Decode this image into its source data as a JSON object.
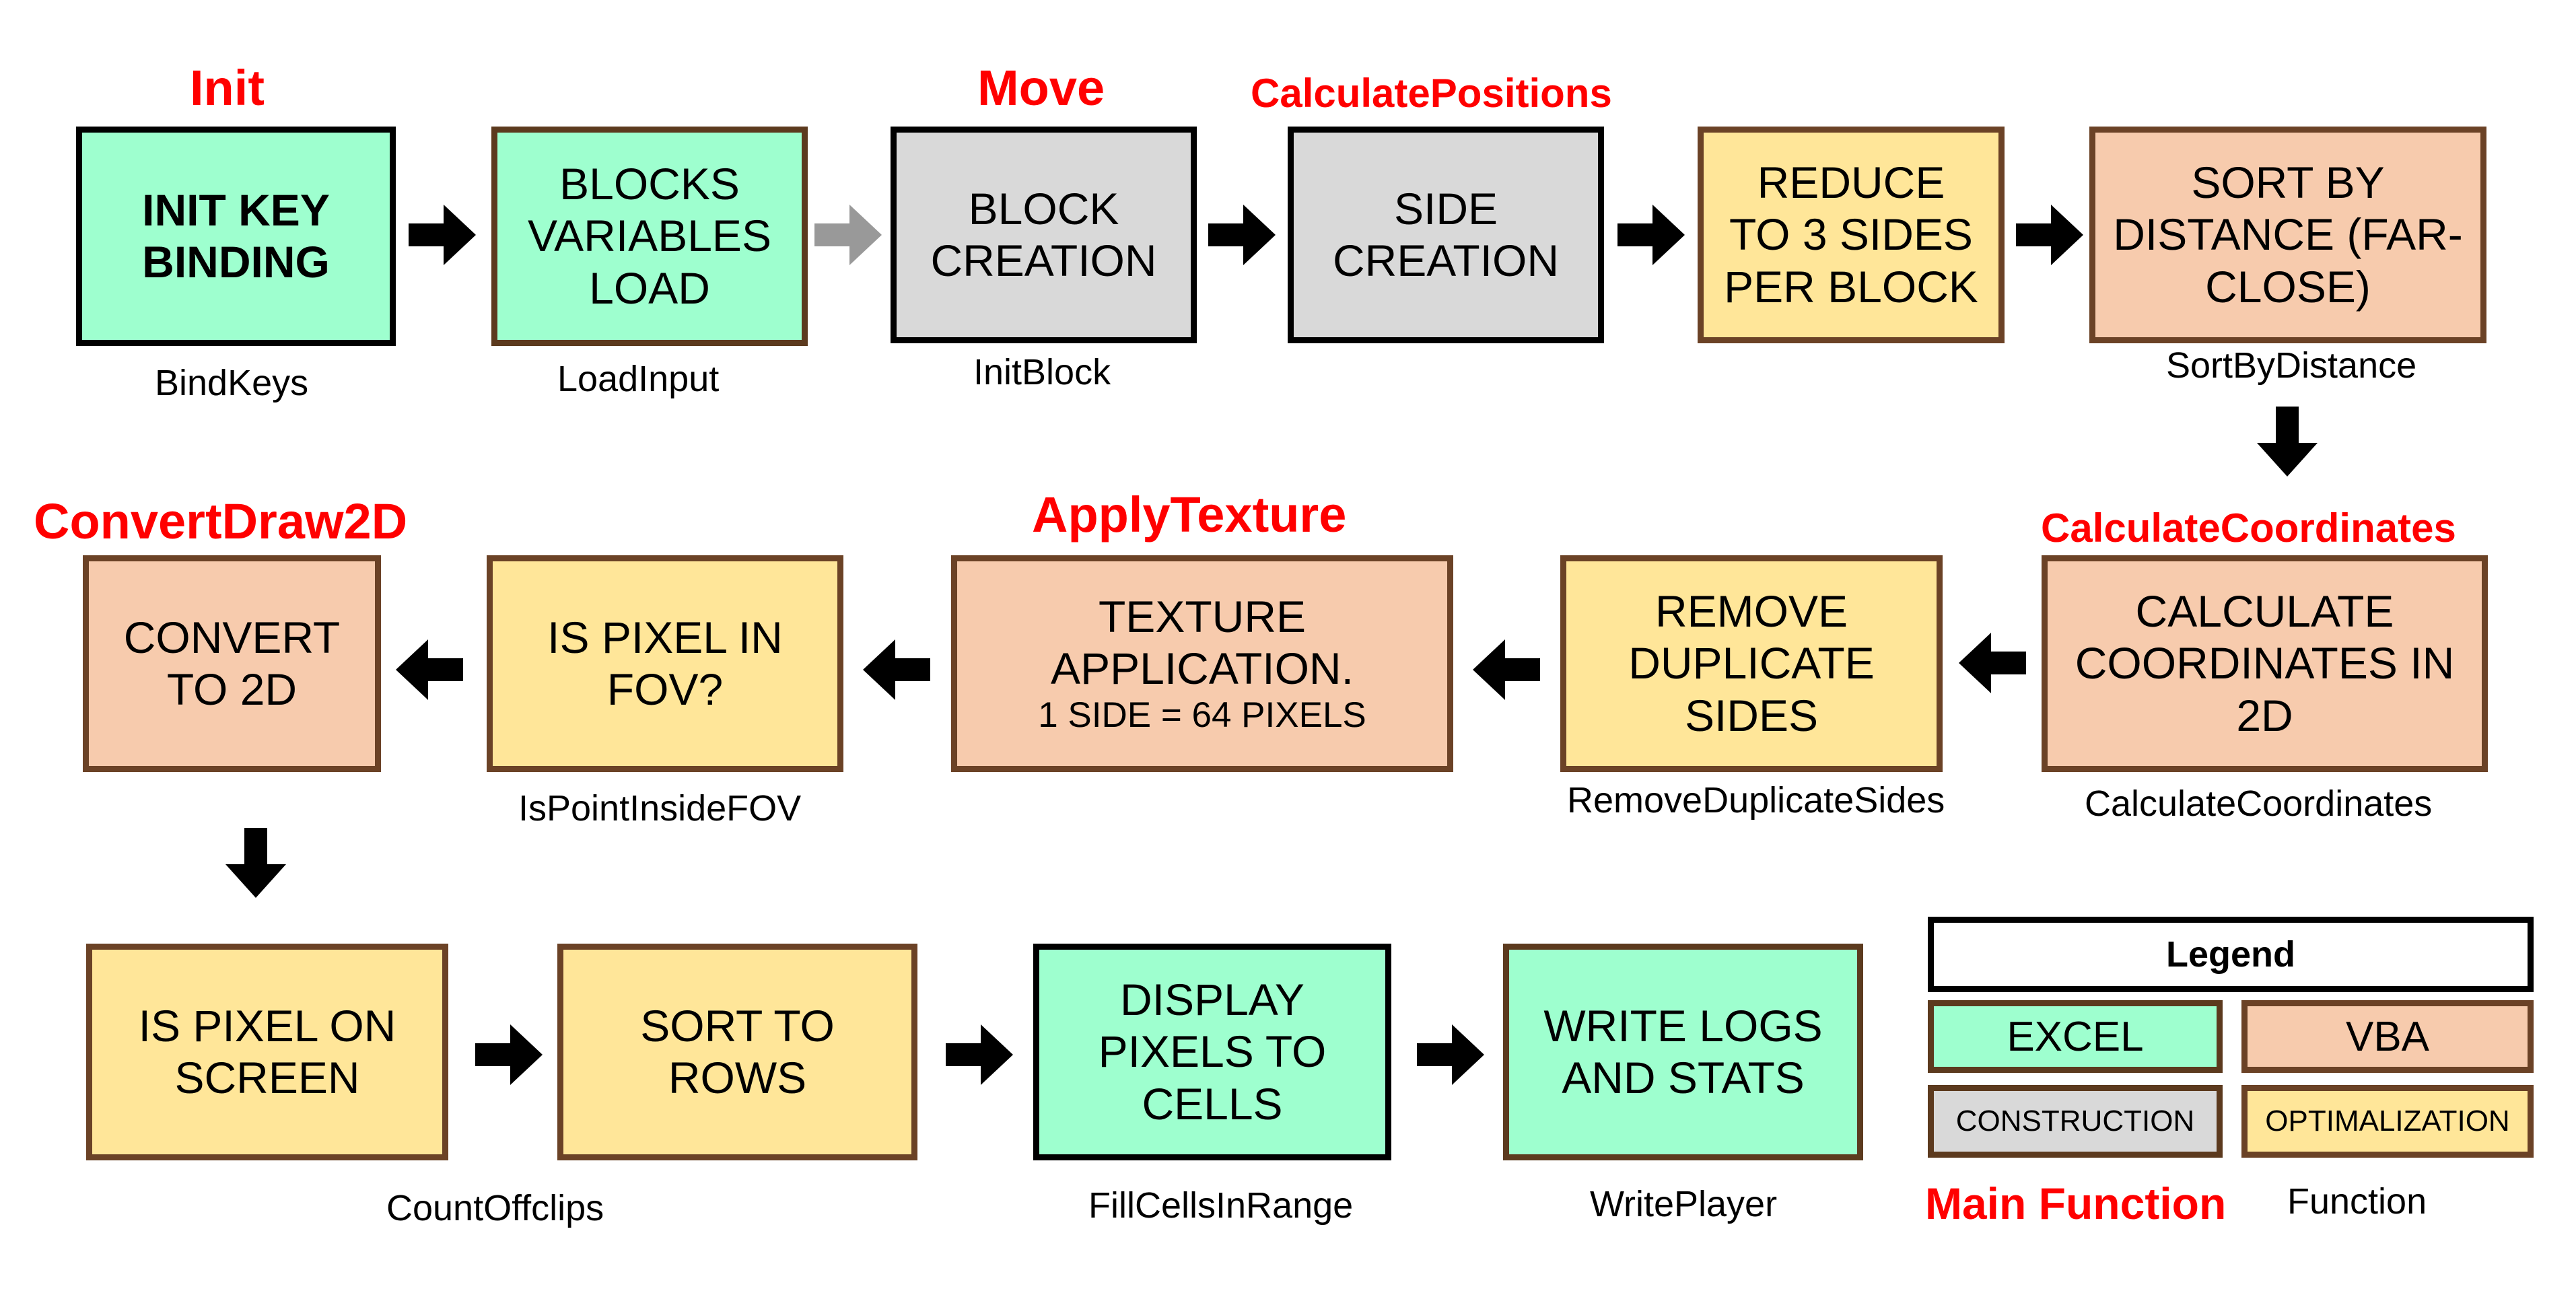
{
  "main_functions": {
    "init": "Init",
    "move": "Move",
    "calculate_positions": "CalculatePositions",
    "convert_draw_2d": "ConvertDraw2D",
    "apply_texture": "ApplyTexture",
    "calculate_coordinates": "CalculateCoordinates"
  },
  "steps": {
    "init_key_binding": {
      "lines": [
        "INIT KEY",
        "BINDING"
      ],
      "function": "BindKeys",
      "category": "EXCEL"
    },
    "blocks_variables_load": {
      "lines": [
        "BLOCKS",
        "VARIABLES",
        "LOAD"
      ],
      "function": "LoadInput",
      "category": "EXCEL"
    },
    "block_creation": {
      "lines": [
        "BLOCK",
        "CREATION"
      ],
      "function": "InitBlock",
      "category": "CONSTRUCTION"
    },
    "side_creation": {
      "lines": [
        "SIDE",
        "CREATION"
      ],
      "category": "CONSTRUCTION"
    },
    "reduce_sides": {
      "lines": [
        "REDUCE",
        "TO 3 SIDES",
        "PER BLOCK"
      ],
      "category": "OPTIMALIZATION"
    },
    "sort_by_distance": {
      "lines": [
        "SORT BY",
        "DISTANCE (FAR-",
        "CLOSE)"
      ],
      "function": "SortByDistance",
      "category": "VBA"
    },
    "calculate_coordinates": {
      "lines": [
        "CALCULATE",
        "COORDINATES IN",
        "2D"
      ],
      "function": "CalculateCoordinates",
      "category": "VBA"
    },
    "remove_duplicate_sides": {
      "lines": [
        "REMOVE",
        "DUPLICATE",
        "SIDES"
      ],
      "function": "RemoveDuplicateSides",
      "category": "OPTIMALIZATION"
    },
    "texture_application": {
      "lines": [
        "TEXTURE",
        "APPLICATION."
      ],
      "note": "1 SIDE = 64 PIXELS",
      "category": "VBA"
    },
    "is_pixel_in_fov": {
      "lines": [
        "IS PIXEL IN",
        "FOV?"
      ],
      "function": "IsPointInsideFOV",
      "category": "OPTIMALIZATION"
    },
    "convert_to_2d": {
      "lines": [
        "CONVERT",
        "TO 2D"
      ],
      "category": "VBA"
    },
    "is_pixel_on_screen": {
      "lines": [
        "IS PIXEL ON",
        "SCREEN"
      ],
      "function": "CountOffclips",
      "category": "OPTIMALIZATION"
    },
    "sort_to_rows": {
      "lines": [
        "SORT TO",
        "ROWS"
      ],
      "category": "OPTIMALIZATION"
    },
    "display_pixels": {
      "lines": [
        "DISPLAY",
        "PIXELS TO",
        "CELLS"
      ],
      "function": "FillCellsInRange",
      "category": "EXCEL"
    },
    "write_logs": {
      "lines": [
        "WRITE LOGS",
        "AND STATS"
      ],
      "function": "WritePlayer",
      "category": "EXCEL"
    }
  },
  "legend": {
    "title": "Legend",
    "excel": "EXCEL",
    "vba": "VBA",
    "construction": "CONSTRUCTION",
    "optimalization": "OPTIMALIZATION",
    "main_function": "Main Function",
    "function": "Function"
  },
  "colors": {
    "excel": "#9effcf",
    "vba": "#f7cbad",
    "construction": "#d9d9d9",
    "optimalization": "#ffe699",
    "main_function_text": "#ff0000",
    "arrow": "#000000",
    "arrow_gray": "#999999"
  }
}
